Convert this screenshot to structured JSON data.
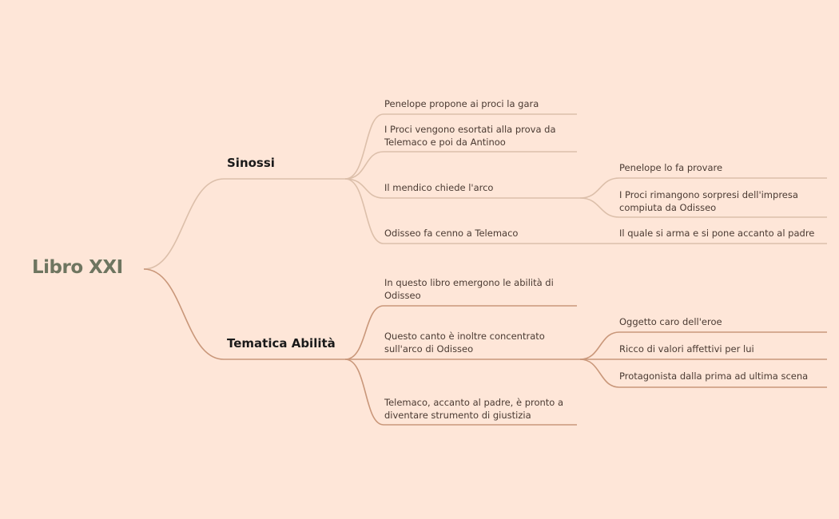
{
  "colors": {
    "background": "#fee6d8",
    "root_text": "#6e7560",
    "branch_sinossi": "#dcbfaa",
    "branch_tematica": "#c9977a",
    "leaf_text": "#4a3a32"
  },
  "root": {
    "label": "Libro XXI"
  },
  "branches": [
    {
      "label": "Sinossi",
      "children": [
        {
          "label": "Penelope propone ai proci la gara"
        },
        {
          "label": "I Proci vengono esortati alla prova da\nTelemaco e poi da Antinoo"
        },
        {
          "label": "Il mendico chiede l'arco",
          "children": [
            {
              "label": "Penelope lo fa provare"
            },
            {
              "label": "I Proci rimangono sorpresi dell'impresa\ncompiuta da Odisseo"
            }
          ]
        },
        {
          "label": "Odisseo fa cenno a Telemaco",
          "children": [
            {
              "label": "Il quale si arma e si pone accanto al padre"
            }
          ]
        }
      ]
    },
    {
      "label": "Tematica Abilità",
      "children": [
        {
          "label": "In questo libro emergono le abilità di\nOdisseo"
        },
        {
          "label": "Questo canto è inoltre concentrato\nsull'arco di Odisseo",
          "children": [
            {
              "label": "Oggetto caro dell'eroe"
            },
            {
              "label": "Ricco di valori affettivi per lui"
            },
            {
              "label": "Protagonista dalla prima ad ultima scena"
            }
          ]
        },
        {
          "label": "Telemaco, accanto al padre, è pronto a\ndiventare strumento di giustizia"
        }
      ]
    }
  ]
}
